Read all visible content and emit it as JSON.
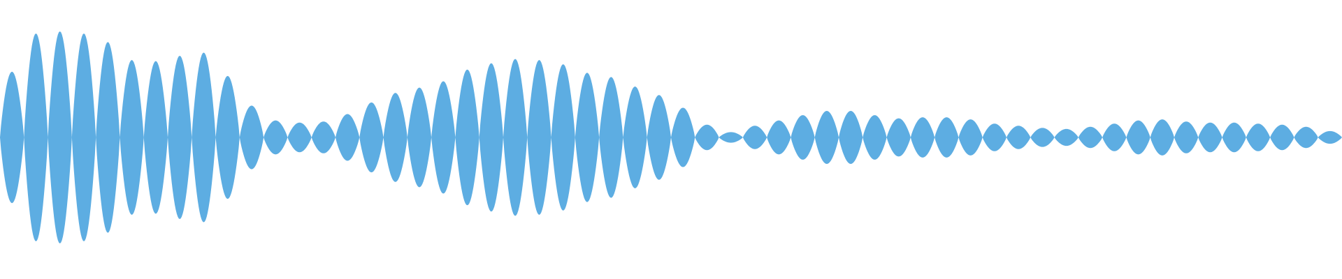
{
  "waveform": {
    "color": "#5DADE2",
    "lobe_amplitudes": [
      0.62,
      0.98,
      1.0,
      0.98,
      0.9,
      0.73,
      0.72,
      0.77,
      0.8,
      0.58,
      0.3,
      0.16,
      0.14,
      0.15,
      0.22,
      0.33,
      0.42,
      0.47,
      0.53,
      0.64,
      0.7,
      0.74,
      0.73,
      0.69,
      0.61,
      0.57,
      0.48,
      0.4,
      0.28,
      0.12,
      0.05,
      0.11,
      0.16,
      0.21,
      0.25,
      0.25,
      0.21,
      0.18,
      0.19,
      0.19,
      0.17,
      0.13,
      0.11,
      0.09,
      0.08,
      0.1,
      0.13,
      0.16,
      0.17,
      0.15,
      0.14,
      0.14,
      0.13,
      0.12,
      0.1,
      0.06
    ]
  }
}
